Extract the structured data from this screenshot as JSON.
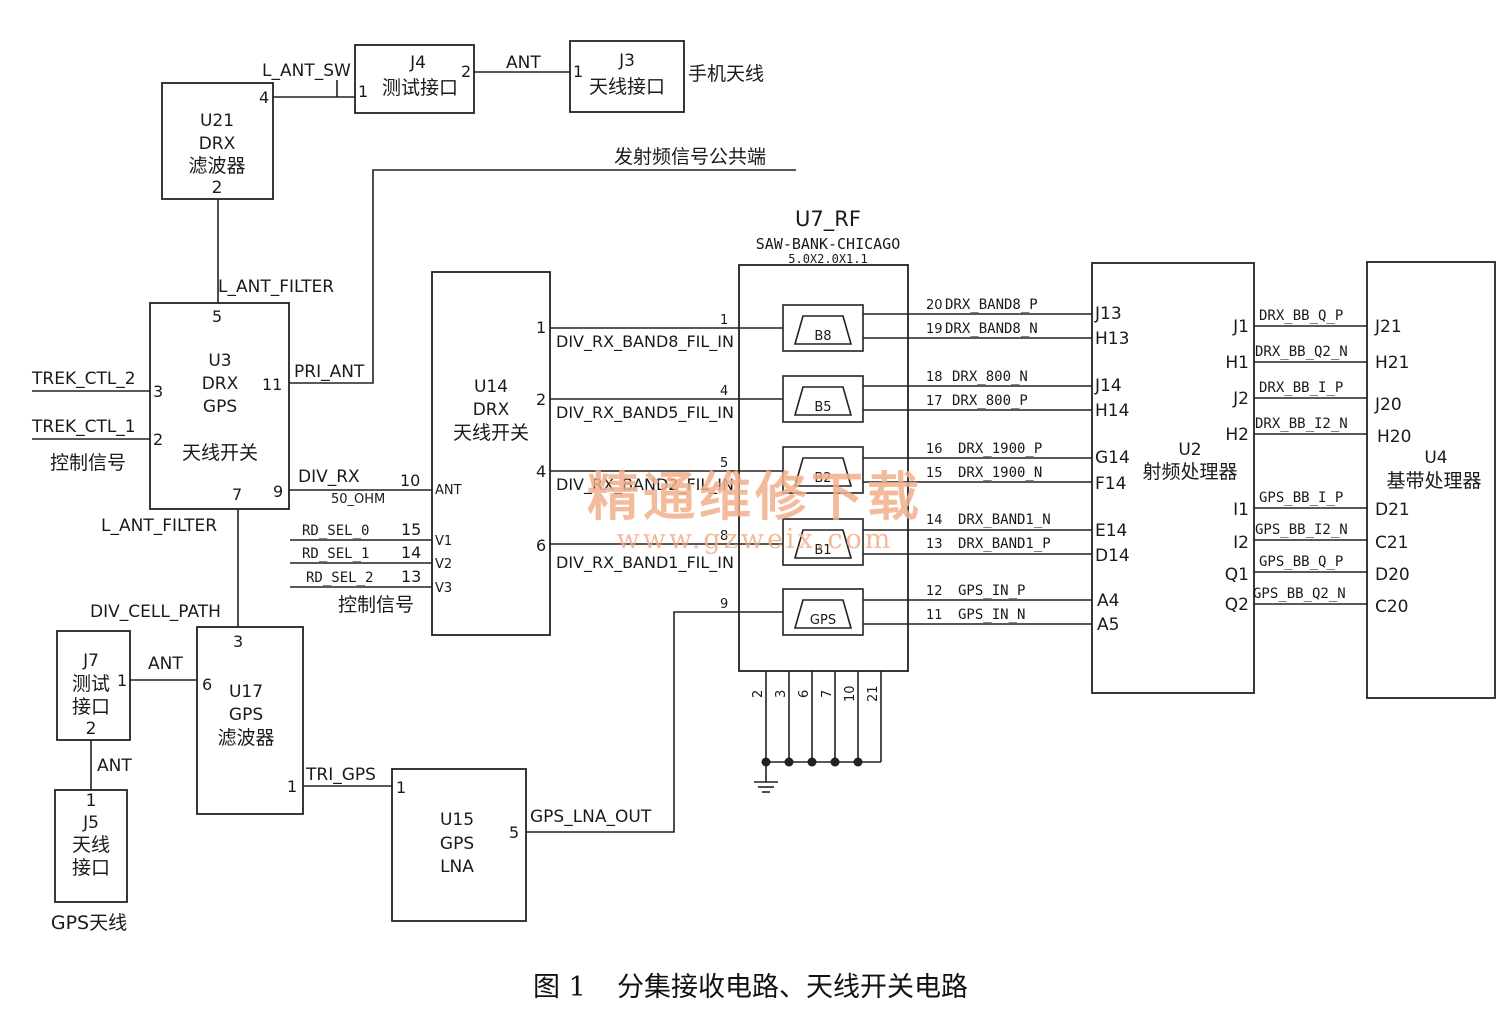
{
  "blocks": {
    "j4": {
      "ref": "J4",
      "name": "测试接口"
    },
    "j3": {
      "ref": "J3",
      "name": "天线接口",
      "side_label": "手机天线"
    },
    "u21": {
      "ref": "U21",
      "line2": "DRX",
      "line3": "滤波器",
      "pin_bottom": "2"
    },
    "u3": {
      "ref": "U3",
      "line2": "DRX",
      "line3": "GPS",
      "line4": "天线开关"
    },
    "u14": {
      "ref": "U14",
      "line2": "DRX",
      "line3": "天线开关"
    },
    "u7": {
      "ref": "U7_RF",
      "sub1": "SAW-BANK-CHICAGO",
      "sub2": "5.0X2.0X1.1"
    },
    "u2": {
      "ref": "U2",
      "name": "射频处理器"
    },
    "u4": {
      "ref": "U4",
      "name": "基带处理器"
    },
    "j7": {
      "ref": "J7",
      "line2": "测试",
      "line3": "接口",
      "pin_bottom": "2"
    },
    "u17": {
      "ref": "U17",
      "line2": "GPS",
      "line3": "滤波器"
    },
    "j5": {
      "ref": "J5",
      "line2": "天线",
      "line3": "接口",
      "pin_top": "1",
      "bottom_label": "GPS天线"
    },
    "u15": {
      "ref": "U15",
      "line2": "GPS",
      "line3": "LNA"
    }
  },
  "filters": [
    "B8",
    "B5",
    "B2",
    "B1",
    "GPS"
  ],
  "nets": {
    "l_ant_sw": "L_ANT_SW",
    "ant_top": "ANT",
    "tx_common": "发射频信号公共端",
    "l_ant_filter_top": "L_ANT_FILTER",
    "pri_ant": "PRI_ANT",
    "trek2": "TREK_CTL_2",
    "trek1": "TREK_CTL_1",
    "ctrl_left": "控制信号",
    "div_rx": "DIV_RX",
    "fifty_ohm": "50_OHM",
    "l_ant_filter_bot": "L_ANT_FILTER",
    "div_cell_path": "DIV_CELL_PATH",
    "ant_j7": "ANT",
    "ant_j5": "ANT",
    "tri_gps": "TRI_GPS",
    "gps_lna_out": "GPS_LNA_OUT",
    "rd_sel_0": "RD_SEL_0",
    "rd_sel_1": "RD_SEL_1",
    "rd_sel_2": "RD_SEL_2",
    "ctrl_mid": "控制信号",
    "band8_in": "DIV_RX_BAND8_FIL_IN",
    "band5_in": "DIV_RX_BAND5_FIL_IN",
    "band2_in": "DIV_RX_BAND2_FIL_IN",
    "band1_in": "DIV_RX_BAND1_FIL_IN"
  },
  "pins": {
    "j4_1": "1",
    "j4_2": "2",
    "j3_1": "1",
    "u21_4": "4",
    "u3_5": "5",
    "u3_3": "3",
    "u3_2": "2",
    "u3_11": "11",
    "u3_9": "9",
    "u3_7": "7",
    "v10": "10",
    "v15": "15",
    "v14": "14",
    "v13": "13",
    "ant_in": "ANT",
    "v1": "V1",
    "v2": "V2",
    "v3": "V3",
    "u14_1": "1",
    "u14_2": "2",
    "u14_4": "4",
    "u14_6": "6",
    "u7_1": "1",
    "u7_4": "4",
    "u7_5": "5",
    "u7_8": "8",
    "u7_9": "9",
    "gnd_pins": [
      "2",
      "3",
      "6",
      "7",
      "10",
      "21"
    ],
    "u17_3": "3",
    "u17_6": "6",
    "u17_1": "1",
    "j7_1": "1",
    "u15_1": "1",
    "u15_5": "5"
  },
  "rf_lines": [
    {
      "num": "20",
      "net": "DRX_BAND8_P",
      "pin": "J13"
    },
    {
      "num": "19",
      "net": "DRX_BAND8_N",
      "pin": "H13"
    },
    {
      "num": "18",
      "net": "DRX_800_N",
      "pin": "J14"
    },
    {
      "num": "17",
      "net": "DRX_800_P",
      "pin": "H14"
    },
    {
      "num": "16",
      "net": "DRX_1900_P",
      "pin": "G14"
    },
    {
      "num": "15",
      "net": "DRX_1900_N",
      "pin": "F14"
    },
    {
      "num": "14",
      "net": "DRX_BAND1_N",
      "pin": "E14"
    },
    {
      "num": "13",
      "net": "DRX_BAND1_P",
      "pin": "D14"
    },
    {
      "num": "12",
      "net": "GPS_IN_P",
      "pin": "A4"
    },
    {
      "num": "11",
      "net": "GPS_IN_N",
      "pin": "A5"
    }
  ],
  "bb_lines": [
    {
      "left": "J1",
      "net": "DRX_BB_Q_P",
      "right": "J21"
    },
    {
      "left": "H1",
      "net": "DRX_BB_Q2_N",
      "right": "H21"
    },
    {
      "left": "J2",
      "net": "DRX_BB_I_P",
      "right": "J20"
    },
    {
      "left": "H2",
      "net": "DRX_BB_I2_N",
      "right": "H20"
    },
    {
      "left": "I1",
      "net": "GPS_BB_I_P",
      "right": "D21"
    },
    {
      "left": "I2",
      "net": "GPS_BB_I2_N",
      "right": "C21"
    },
    {
      "left": "Q1",
      "net": "GPS_BB_Q_P",
      "right": "D20"
    },
    {
      "left": "Q2",
      "net": "GPS_BB_Q2_N",
      "right": "C20"
    }
  ],
  "watermark": {
    "line1": "精通维修下载",
    "line2": "www.gzweix.com"
  },
  "caption": {
    "fig": "图 1",
    "text": "分集接收电路、天线开关电路"
  },
  "colors": {
    "ink": "#222222",
    "watermark": "#f2b08a"
  }
}
